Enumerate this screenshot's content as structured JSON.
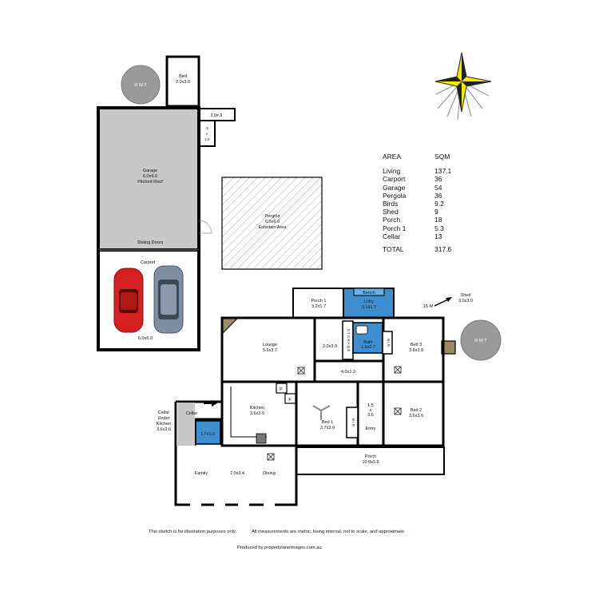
{
  "rooms": {
    "garage": {
      "name": "Garage",
      "dims": "6.0x9.0",
      "note": "Pitched Roof"
    },
    "sliding_doors": "Sliding Doors",
    "carport": {
      "name": "Carport",
      "dims": "6.0x6.0"
    },
    "bird": {
      "name": "Bird",
      "dims": "2.0x3.0"
    },
    "rwt": "R W T",
    "small_box_a": "2.0x.9",
    "small_box_b": [
      ".9",
      "x",
      "1.5"
    ],
    "pergola": {
      "name": "Pergola",
      "dims": "6.0x6.0",
      "note": "Entertain Area"
    },
    "porch1": {
      "name": "Porch 1",
      "dims": "3.2x1.7"
    },
    "bench": "Bench",
    "laundry": {
      "name": "L'dry",
      "dims": "3.1x1.7"
    },
    "shed": {
      "name": "Shed",
      "dims": "3.0x3.0",
      "distance": "15 M"
    },
    "lounge": {
      "name": "Lounge",
      "dims": "5.5x3.7"
    },
    "hall_a": "2.0x3.9",
    "storage": "S T O R A G E",
    "bath": {
      "name": "Bath",
      "dims": "1.9x2.7"
    },
    "bir": "B I R",
    "bed3": {
      "name": "Bed 3",
      "dims": "3.8x3.8"
    },
    "hall_b": "4.0x1.2",
    "kitchen": {
      "name": "Kitchen",
      "dims": "3.6x3.6"
    },
    "pantry": "P",
    "fridge": "F",
    "bed1": {
      "name": "Bed 1",
      "dims": "3.7x3.6"
    },
    "hall_c": [
      "1.5",
      "x",
      "3.6"
    ],
    "entry": "Entry",
    "bed2": {
      "name": "Bed 2",
      "dims": "3.6x3.6"
    },
    "cellar": "Cellar",
    "cellar_note": [
      "Cellar",
      "Under",
      "Kitchen",
      "3.6x3.6"
    ],
    "wc": "1.7x1.6",
    "porch": {
      "name": "Porch",
      "dims": "10.0x1.8"
    },
    "family": "Family",
    "family_dims": "7.0x3.4",
    "dining": "Dining"
  },
  "area_table": {
    "header": {
      "label": "AREA",
      "unit": "SQM"
    },
    "rows": [
      {
        "label": "Living",
        "value": "137.1"
      },
      {
        "label": "Carport",
        "value": "36"
      },
      {
        "label": "Garage",
        "value": "54"
      },
      {
        "label": "Pergola",
        "value": "36"
      },
      {
        "label": "Birds",
        "value": "9.2"
      },
      {
        "label": "Shed",
        "value": "9"
      },
      {
        "label": "Porch",
        "value": "18"
      },
      {
        "label": "Porch 1",
        "value": "5.3"
      },
      {
        "label": "Cellar",
        "value": "13"
      }
    ],
    "total": {
      "label": "TOTAL",
      "value": "317.6"
    }
  },
  "footer": {
    "disclaimer": "This sketch is for illustration purposes only.",
    "measurements": "All measurements are metric, being internal, not to scale, and approximate",
    "produced_by": "Produced by propertylaneimages.com.au"
  },
  "colors": {
    "garage_fill": "#c8c8c8",
    "wet_area_fill": "#3f8fd0",
    "tank_fill": "#9a9a9a",
    "compass_fill": "#f2ea00",
    "wall": "#000000"
  }
}
